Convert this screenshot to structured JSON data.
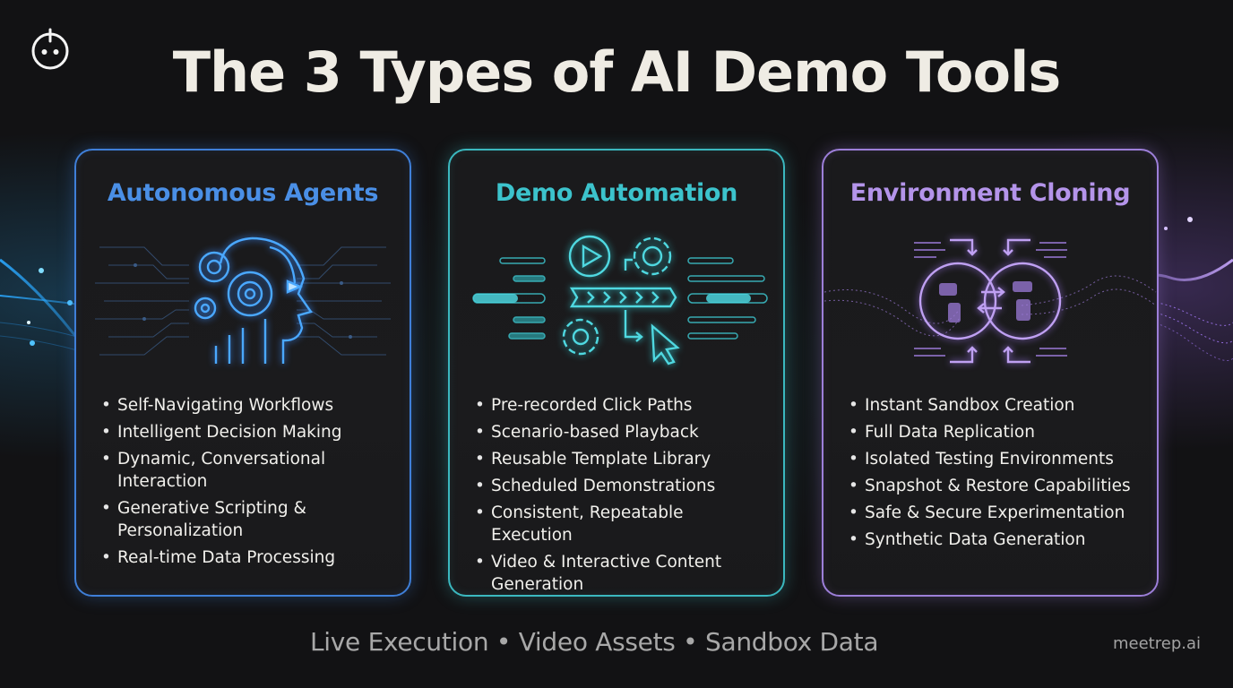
{
  "header": {
    "logo_icon": "power-plug-icon",
    "title": "The 3 Types of AI Demo Tools"
  },
  "cards": [
    {
      "title": "Autonomous Agents",
      "icon": "ai-head-gears-icon",
      "accent": "#4a8fe6",
      "border": "#3f7fd8",
      "bullets": [
        "Self-Navigating Workflows",
        "Intelligent Decision Making",
        "Dynamic, Conversational Interaction",
        "Generative Scripting & Personalization",
        "Real-time Data Processing"
      ]
    },
    {
      "title": "Demo Automation",
      "icon": "play-gears-cursor-pipeline-icon",
      "accent": "#3cc3cc",
      "border": "#3bb8bf",
      "bullets": [
        "Pre-recorded Click Paths",
        "Scenario-based Playback",
        "Reusable Template Library",
        "Scheduled Demonstrations",
        "Consistent, Repeatable Execution",
        "Video & Interactive Content Generation"
      ]
    },
    {
      "title": "Environment Cloning",
      "icon": "twin-globes-sync-icon",
      "accent": "#b494ea",
      "border": "#9d7fd9",
      "bullets": [
        "Instant Sandbox Creation",
        "Full Data Replication",
        "Isolated Testing Environments",
        "Snapshot & Restore Capabilities",
        "Safe & Secure Experimentation",
        "Synthetic Data Generation"
      ]
    }
  ],
  "footer": {
    "tagline": "Live Execution • Video Assets • Sandbox Data",
    "brand": "meetrep.ai"
  },
  "colors": {
    "background": "#121214",
    "title": "#efece4",
    "blue": "#4a8fe6",
    "teal": "#3cc3cc",
    "purple": "#b494ea",
    "footer_text": "#a8a8a8"
  }
}
